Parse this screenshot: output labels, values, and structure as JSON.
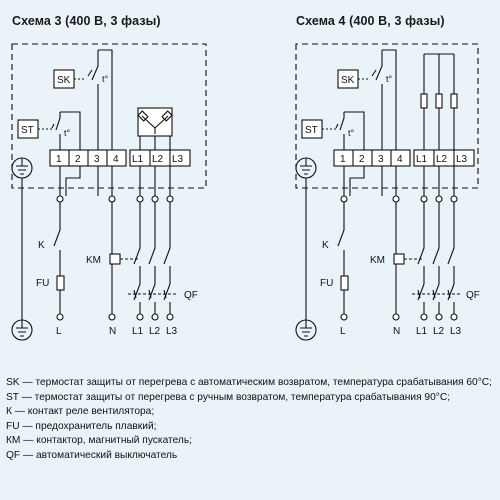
{
  "scheme3": {
    "title": "Схема 3 (400 В, 3 фазы)",
    "sk_label": "SK",
    "st_label": "ST",
    "temp_label": "t°",
    "terminals": [
      "1",
      "2",
      "3",
      "4",
      "L1",
      "L2",
      "L3"
    ],
    "k_label": "K",
    "fu_label": "FU",
    "km_label": "KM",
    "qf_label": "QF",
    "bottom_labels": [
      "L",
      "N",
      "L1",
      "L2",
      "L3"
    ]
  },
  "scheme4": {
    "title": "Схема 4 (400 В, 3 фазы)",
    "sk_label": "SK",
    "st_label": "ST",
    "temp_label": "t°",
    "terminals": [
      "1",
      "2",
      "3",
      "4",
      "L1",
      "L2",
      "L3"
    ],
    "k_label": "K",
    "fu_label": "FU",
    "km_label": "KM",
    "qf_label": "QF",
    "bottom_labels": [
      "L",
      "N",
      "L1",
      "L2",
      "L3"
    ]
  },
  "legend": [
    "SK — термостат защиты от перегрева с автоматическим возвратом, температура срабатывания 60°С;",
    "ST — термостат защиты от перегрева с ручным возвратом, температура срабатывания 90°С;",
    "К — контакт реле вентилятора;",
    "FU — предохранитель плавкий;",
    "КМ — контактор, магнитный пускатель;",
    "QF — автоматический выключатель"
  ]
}
